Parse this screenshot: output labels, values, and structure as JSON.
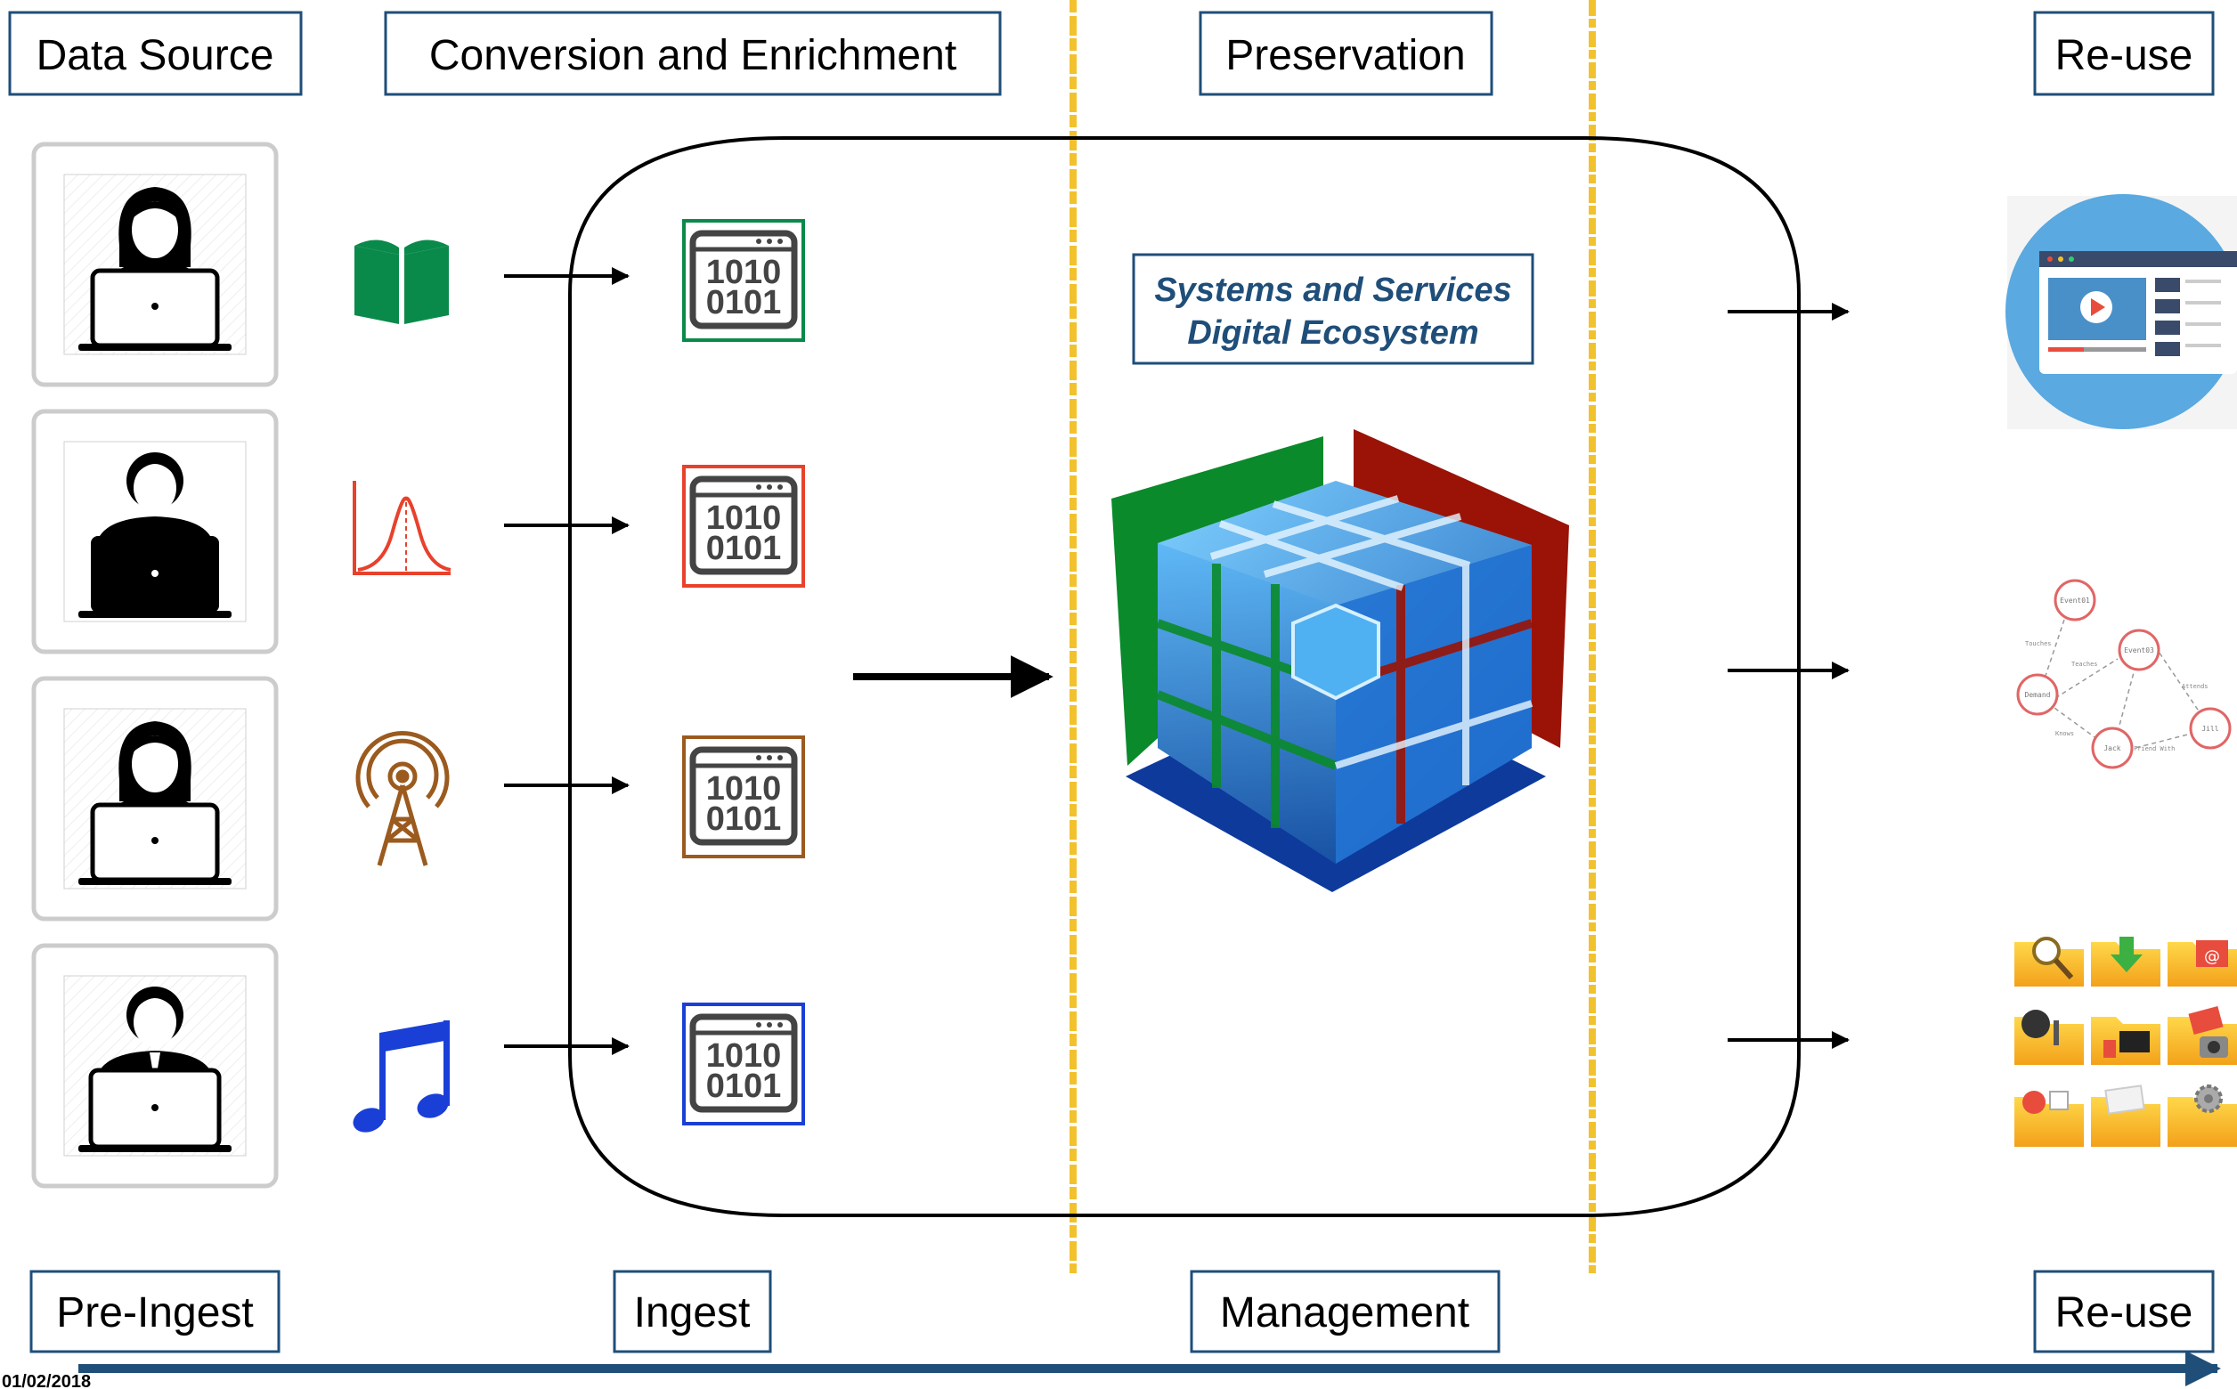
{
  "stage_labels": {
    "data_source": "Data Source",
    "conversion": "Conversion and Enrichment",
    "preservation": "Preservation",
    "reuse_top": "Re-use",
    "pre_ingest": "Pre-Ingest",
    "ingest": "Ingest",
    "management": "Management",
    "reuse_bottom": "Re-use"
  },
  "ecosystem": {
    "line1": "Systems and Services",
    "line2": "Digital Ecosystem"
  },
  "binary": {
    "row1": "1010",
    "row2": "0101"
  },
  "footer_date": "01/02/2018",
  "graph_labels": {
    "n1": "Event01",
    "n2": "Event03",
    "n3": "Demand",
    "n4": "Jack",
    "n5": "Jill",
    "e1": "Touches",
    "e2": "Teaches",
    "e3": "Attends",
    "e4": "Knows",
    "e5": "Friend With"
  },
  "colors": {
    "label_border": "#1f4e79",
    "divider": "#f2c12e",
    "timeline": "#1f4e79",
    "book": "#0a8a4a",
    "curve": "#e8412c",
    "tower": "#9b5a1e",
    "music": "#1a3fd6",
    "ecosystem_text": "#1f4e79"
  },
  "icons": {
    "users": [
      "female-user-icon",
      "male-user-icon",
      "female-user-icon",
      "male-user-icon"
    ],
    "sources": [
      "book-icon",
      "distribution-curve-icon",
      "radio-tower-icon",
      "music-note-icon"
    ],
    "reuse": [
      "video-player-icon",
      "graph-network-icon",
      "folders-icon"
    ]
  }
}
